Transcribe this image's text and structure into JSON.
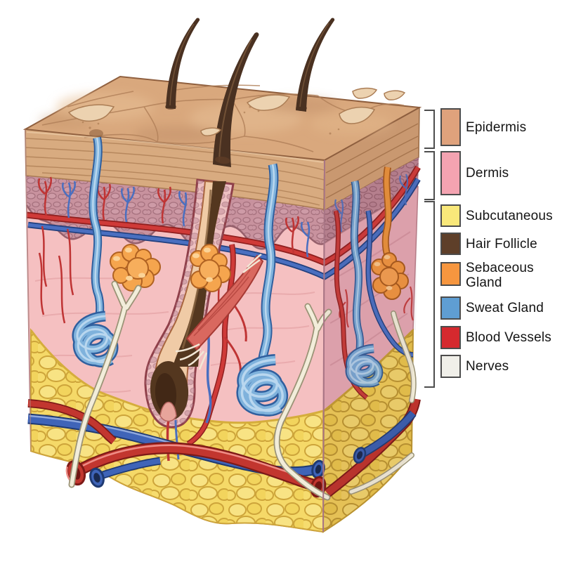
{
  "illustration": {
    "subject": "Cross-section of human skin (3D block diagram)",
    "structures": [
      "Epidermis",
      "Dermis",
      "Subcutaneous fat",
      "Hair shafts",
      "Hair follicle",
      "Sebaceous glands",
      "Sweat glands with coiled ducts",
      "Blood vessels (arteries and veins)",
      "Nerves",
      "Arrector pili muscle",
      "Flaking skin cells"
    ]
  },
  "legend": {
    "items": [
      {
        "id": "epidermis",
        "label": "Epidermis",
        "color": "#dfa27c"
      },
      {
        "id": "dermis",
        "label": "Dermis",
        "color": "#f4a3b1"
      },
      {
        "id": "subcutaneous",
        "label": "Subcutaneous",
        "color": "#f9e87a"
      },
      {
        "id": "hair-follicle",
        "label": "Hair Follicle",
        "color": "#5e3f29"
      },
      {
        "id": "sebaceous-gland",
        "label": "Sebaceous Gland",
        "color": "#f6963f"
      },
      {
        "id": "sweat-gland",
        "label": "Sweat Gland",
        "color": "#5f9ed3"
      },
      {
        "id": "blood-vessels",
        "label": "Blood Vessels",
        "color": "#d5292e"
      },
      {
        "id": "nerves",
        "label": "Nerves",
        "color": "#f0efe9"
      }
    ]
  }
}
